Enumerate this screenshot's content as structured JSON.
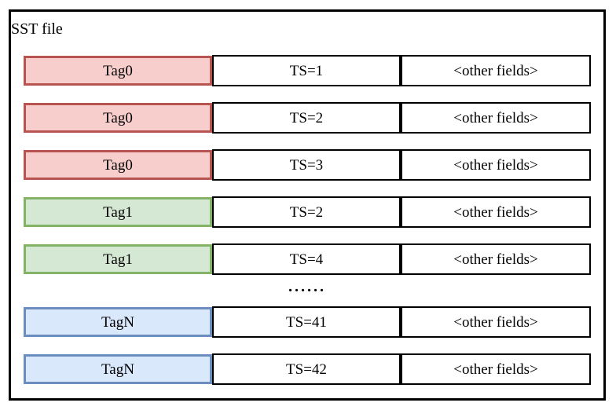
{
  "title": "SST file",
  "colors": {
    "red_fill": "#f8cecc",
    "red_stroke": "#b85450",
    "green_fill": "#d5e8d4",
    "green_stroke": "#82b366",
    "blue_fill": "#dae8fc",
    "blue_stroke": "#6c8ebf",
    "cell_fill": "#ffffff",
    "line": "#000000"
  },
  "rows": [
    {
      "type": "record",
      "tag": "Tag0",
      "tag_color": "red",
      "ts": "TS=1",
      "other": "<other fields>"
    },
    {
      "type": "record",
      "tag": "Tag0",
      "tag_color": "red",
      "ts": "TS=2",
      "other": "<other fields>"
    },
    {
      "type": "record",
      "tag": "Tag0",
      "tag_color": "red",
      "ts": "TS=3",
      "other": "<other fields>"
    },
    {
      "type": "record",
      "tag": "Tag1",
      "tag_color": "green",
      "ts": "TS=2",
      "other": "<other fields>"
    },
    {
      "type": "record",
      "tag": "Tag1",
      "tag_color": "green",
      "ts": "TS=4",
      "other": "<other fields>"
    },
    {
      "type": "ellipsis",
      "label": "......"
    },
    {
      "type": "record",
      "tag": "TagN",
      "tag_color": "blue",
      "ts": "TS=41",
      "other": "<other fields>"
    },
    {
      "type": "record",
      "tag": "TagN",
      "tag_color": "blue",
      "ts": "TS=42",
      "other": "<other fields>"
    }
  ]
}
